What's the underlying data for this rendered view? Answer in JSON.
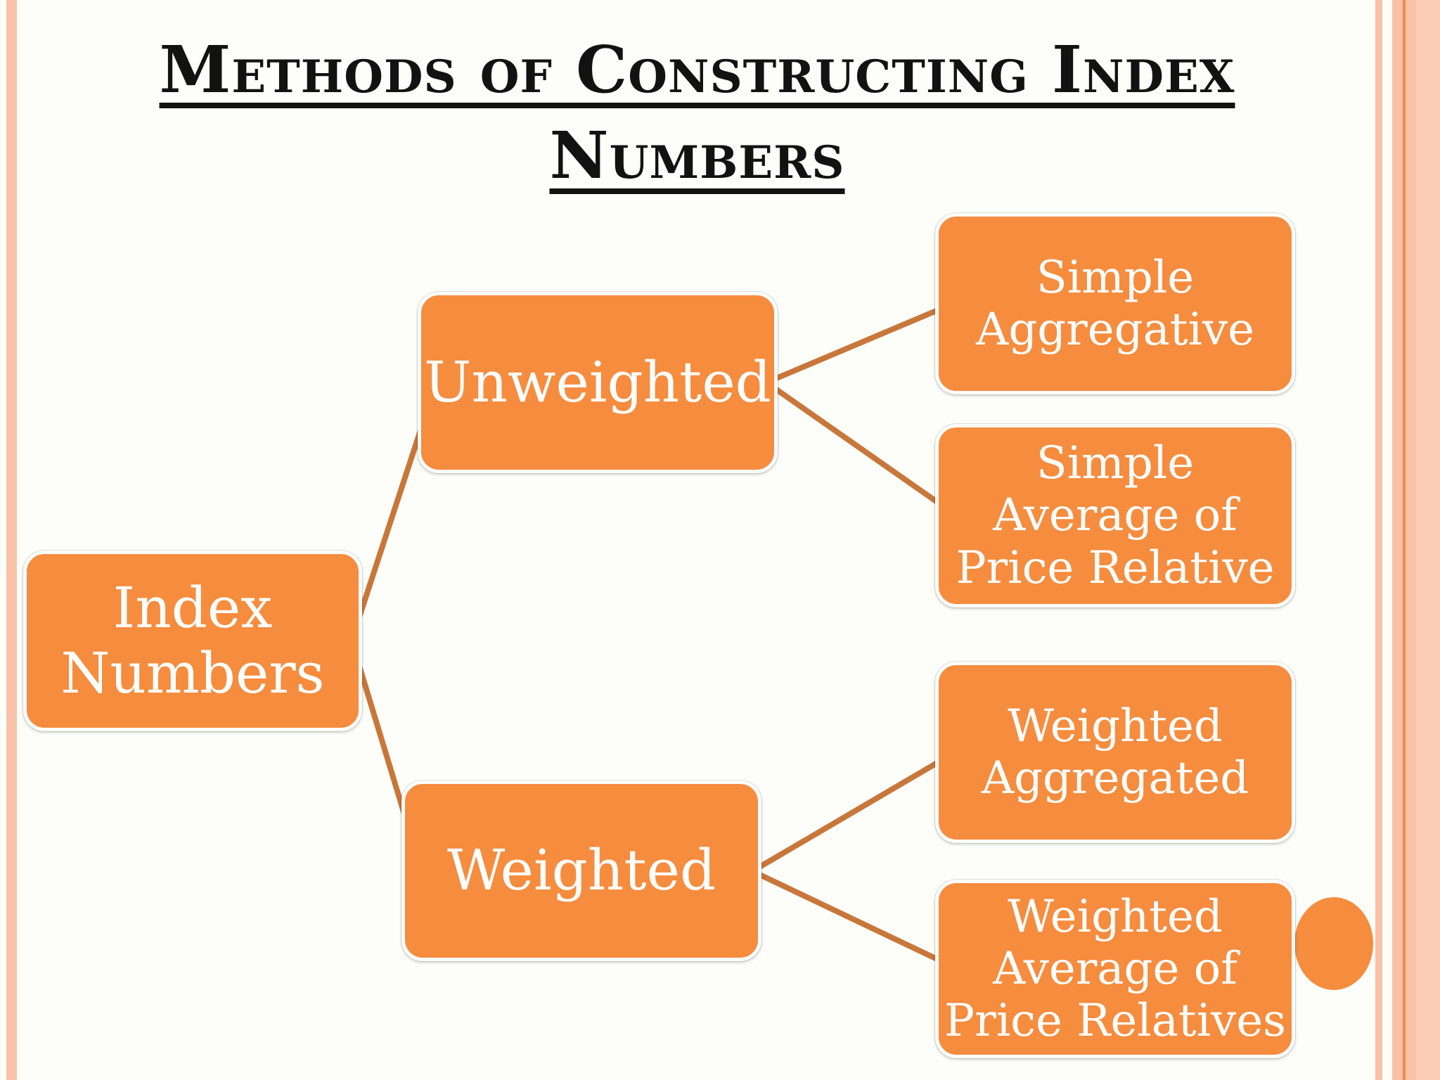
{
  "slide": {
    "title": "Methods of Constructing Index Numbers",
    "title_lines": [
      "Methods of Constructing Index",
      "Numbers"
    ]
  },
  "diagram": {
    "root": {
      "label": "Index\nNumbers"
    },
    "branches": [
      {
        "label": "Unweighted",
        "children": [
          {
            "label": "Simple\nAggregative"
          },
          {
            "label": "Simple\nAverage of\nPrice Relative"
          }
        ]
      },
      {
        "label": "Weighted",
        "children": [
          {
            "label": "Weighted\nAggregated"
          },
          {
            "label": "Weighted\nAverage of\nPrice Relatives"
          }
        ]
      }
    ]
  },
  "theme": {
    "bg": "#FDFDF9",
    "box_fill": "#F68C3E",
    "connector": "#C8773B",
    "stripe": "#F9C2A8",
    "band": "#FACDB5",
    "divider": "#EF8A4E",
    "title_color": "#121212"
  }
}
